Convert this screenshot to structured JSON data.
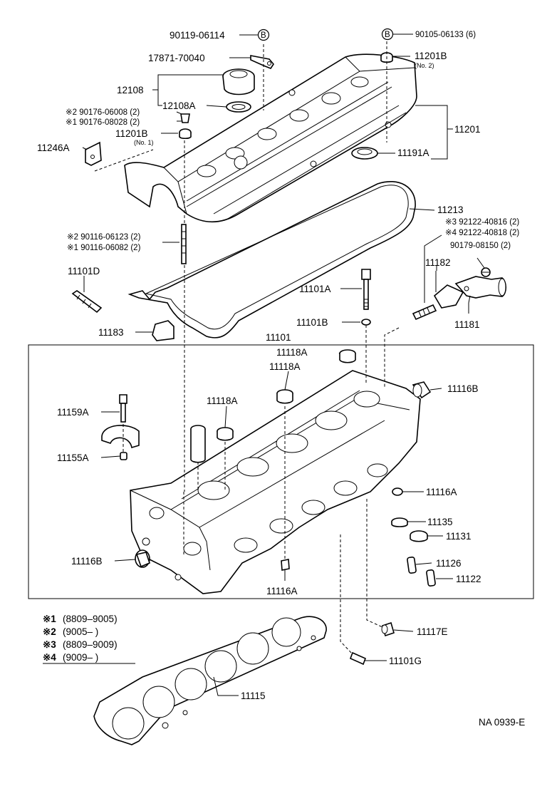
{
  "labels": {
    "l_90119": "90119-06114",
    "l_90105": "90105-06133 (6)",
    "l_17871": "17871-70040",
    "l_11201b_r": "11201B",
    "l_no2": "(No. 2)",
    "l_12108": "12108",
    "l_12108a": "12108A",
    "l_m2_90176": "※2 90176-06008 (2)",
    "l_m1_90176": "※1 90176-08028 (2)",
    "l_11201b_l": "11201B",
    "l_no1": "(No. 1)",
    "l_11246a": "11246A",
    "l_11201": "11201",
    "l_11191a": "11191A",
    "l_11213": "11213",
    "l_m3_92122": "※3 92122-40816 (2)",
    "l_m4_92122": "※4 92122-40818 (2)",
    "l_90179": "90179-08150 (2)",
    "l_m2_90116": "※2 90116-06123 (2)",
    "l_m1_90116": "※1 90116-06082 (2)",
    "l_11101d": "11101D",
    "l_11101a": "11101A",
    "l_11182": "11182",
    "l_11101b": "11101B",
    "l_11181": "11181",
    "l_11183": "11183",
    "l_11101": "11101",
    "l_11118a_1": "11118A",
    "l_11118a_2": "11118A",
    "l_11116b_r": "11116B",
    "l_11118a_3": "11118A",
    "l_11159a": "11159A",
    "l_11155a": "11155A",
    "l_11116a_r": "11116A",
    "l_11135": "11135",
    "l_11131": "11131",
    "l_11116b_l": "11116B",
    "l_11126": "11126",
    "l_11122": "11122",
    "l_11116a_b": "11116A",
    "l_11117e": "11117E",
    "l_11101g": "11101G",
    "l_11115": "11115",
    "l_ref": "NA 0939-E"
  },
  "markers": {
    "b_symbol": "B"
  },
  "legend": [
    {
      "mark": "※1",
      "range": "(8809–9005)"
    },
    {
      "mark": "※2",
      "range": "(9005–      )"
    },
    {
      "mark": "※3",
      "range": "(8809–9009)"
    },
    {
      "mark": "※4",
      "range": "(9009–      )"
    }
  ]
}
